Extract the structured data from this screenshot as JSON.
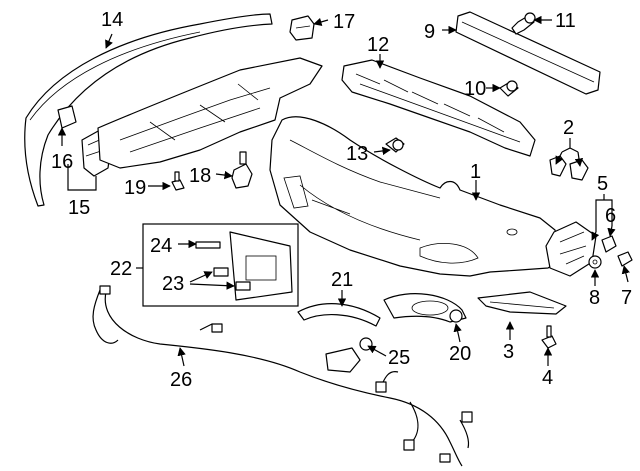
{
  "diagram": {
    "callouts": [
      "1",
      "2",
      "3",
      "4",
      "5",
      "6",
      "7",
      "8",
      "9",
      "10",
      "11",
      "12",
      "13",
      "14",
      "15",
      "16",
      "17",
      "18",
      "19",
      "20",
      "21",
      "22",
      "23",
      "24",
      "25",
      "26"
    ]
  }
}
